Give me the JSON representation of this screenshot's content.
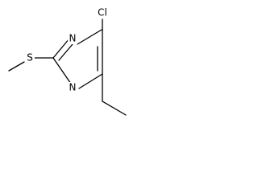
{
  "molecule": {
    "atoms": {
      "cl": "Cl",
      "n_top": "N",
      "n_bottom": "N",
      "s": "S"
    }
  }
}
